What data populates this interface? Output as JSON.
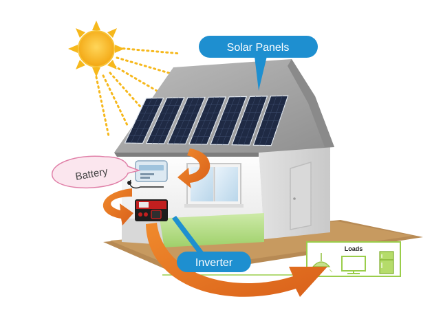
{
  "labels": {
    "solar_panels": "Solar Panels",
    "battery": "Battery",
    "inverter": "Inverter",
    "loads": "Loads"
  },
  "colors": {
    "callout_blue": "#1e8fd0",
    "battery_bubble_fill": "#fbe6ee",
    "battery_bubble_stroke": "#e080a8",
    "arrow_orange": "#e8731f",
    "sun_yellow": "#f6b81c",
    "panel_dark": "#1f2a44",
    "loads_border": "#9acd4a",
    "roof_gray": "#a9a9a9",
    "wall_white": "#f4f4f4",
    "grass_green": "#b7df8f"
  },
  "icons": [
    "sun-icon",
    "solar-panel-icon",
    "battery-icon",
    "inverter-icon",
    "lamp-icon",
    "tv-icon",
    "fridge-icon"
  ]
}
